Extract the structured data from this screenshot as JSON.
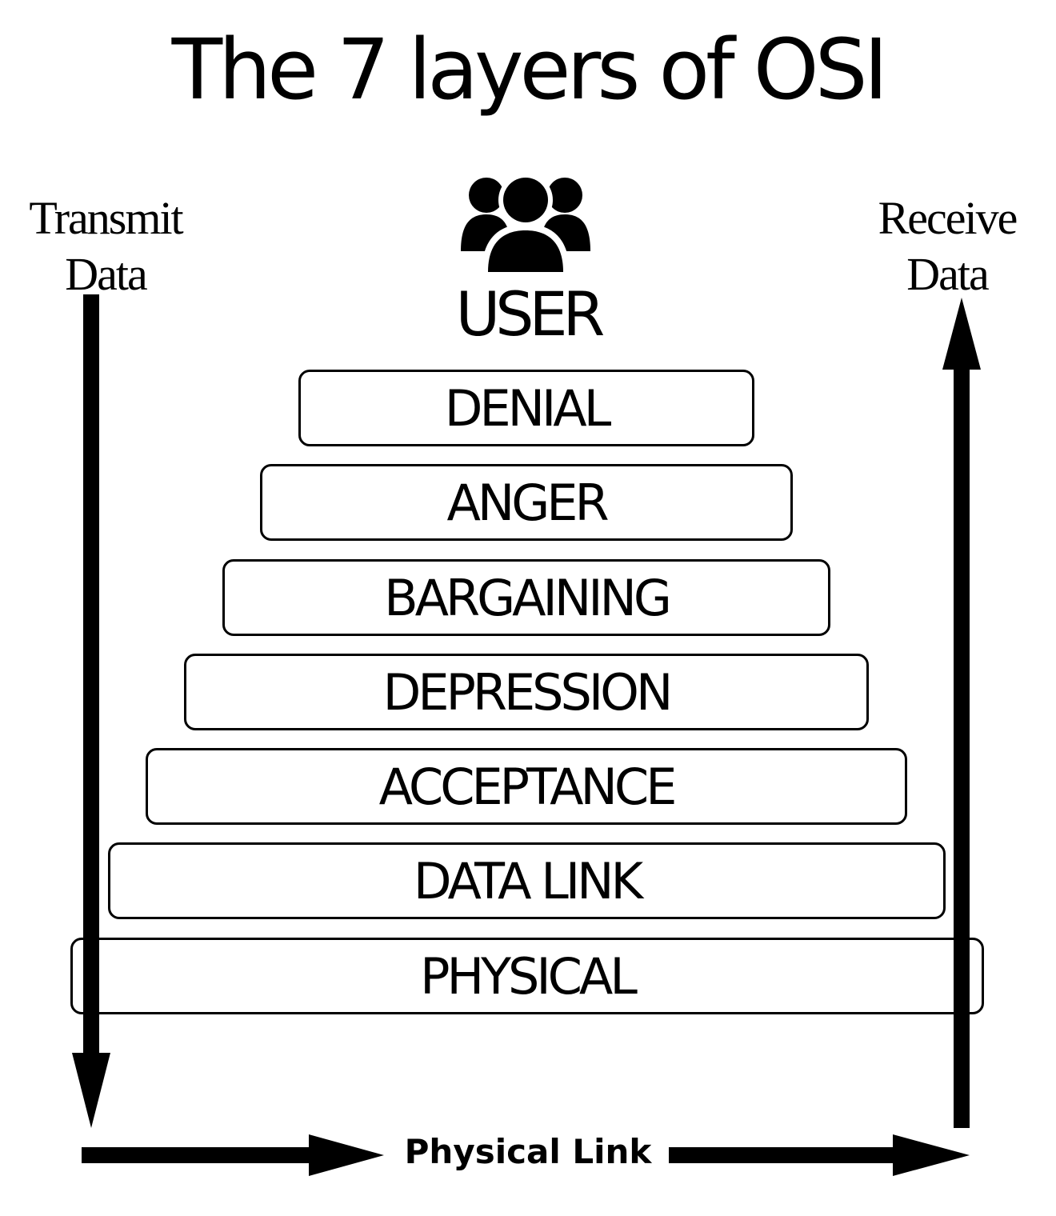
{
  "title": "The 7 layers of OSI",
  "left_label": {
    "line1": "Transmit",
    "line2": "Data"
  },
  "right_label": {
    "line1": "Receive",
    "line2": "Data"
  },
  "user": {
    "icon": "users-icon",
    "label": "USER"
  },
  "layers": [
    {
      "label": "DENIAL"
    },
    {
      "label": "ANGER"
    },
    {
      "label": "BARGAINING"
    },
    {
      "label": "DEPRESSION"
    },
    {
      "label": "ACCEPTANCE"
    },
    {
      "label": "DATA LINK"
    },
    {
      "label": "PHYSICAL"
    }
  ],
  "bottom_label": "Physical Link",
  "colors": {
    "ink": "#000000",
    "background": "#ffffff"
  }
}
